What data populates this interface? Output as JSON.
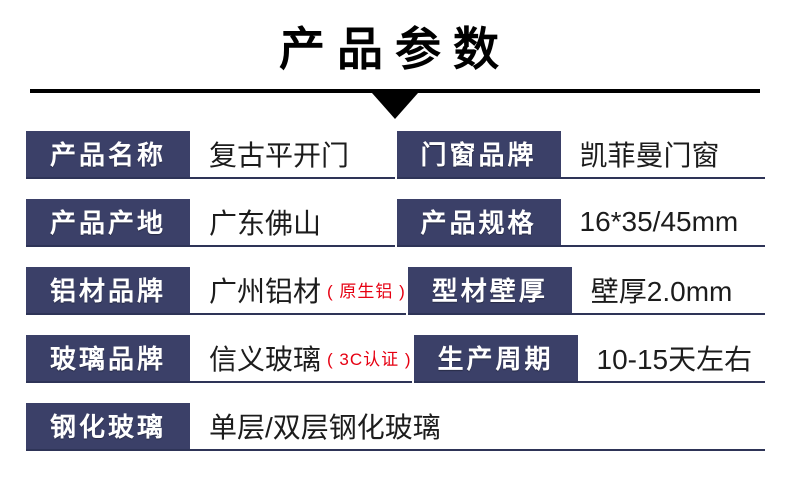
{
  "page_title": "产品参数",
  "colors": {
    "label_background": "#3B4068",
    "row_underline": "#2E3457",
    "note_red": "#E60012",
    "title_black": "#000000"
  },
  "spec_table": {
    "rows": [
      {
        "cells": [
          {
            "label": "产品名称",
            "value": "复古平开门"
          },
          {
            "label": "门窗品牌",
            "value": "凯菲曼门窗"
          }
        ]
      },
      {
        "cells": [
          {
            "label": "产品产地",
            "value": "广东佛山"
          },
          {
            "label": "产品规格",
            "value": "16*35/45mm"
          }
        ]
      },
      {
        "cells": [
          {
            "label": "铝材品牌",
            "value": "广州铝材",
            "note": "( 原生铝 )"
          },
          {
            "label": "型材壁厚",
            "value": "壁厚2.0mm"
          }
        ]
      },
      {
        "cells": [
          {
            "label": "玻璃品牌",
            "value": "信义玻璃",
            "note": "( 3C认证 )"
          },
          {
            "label": "生产周期",
            "value": "10-15天左右"
          }
        ]
      },
      {
        "cells": [
          {
            "label": "钢化玻璃",
            "value": "单层/双层钢化玻璃"
          }
        ]
      }
    ]
  }
}
